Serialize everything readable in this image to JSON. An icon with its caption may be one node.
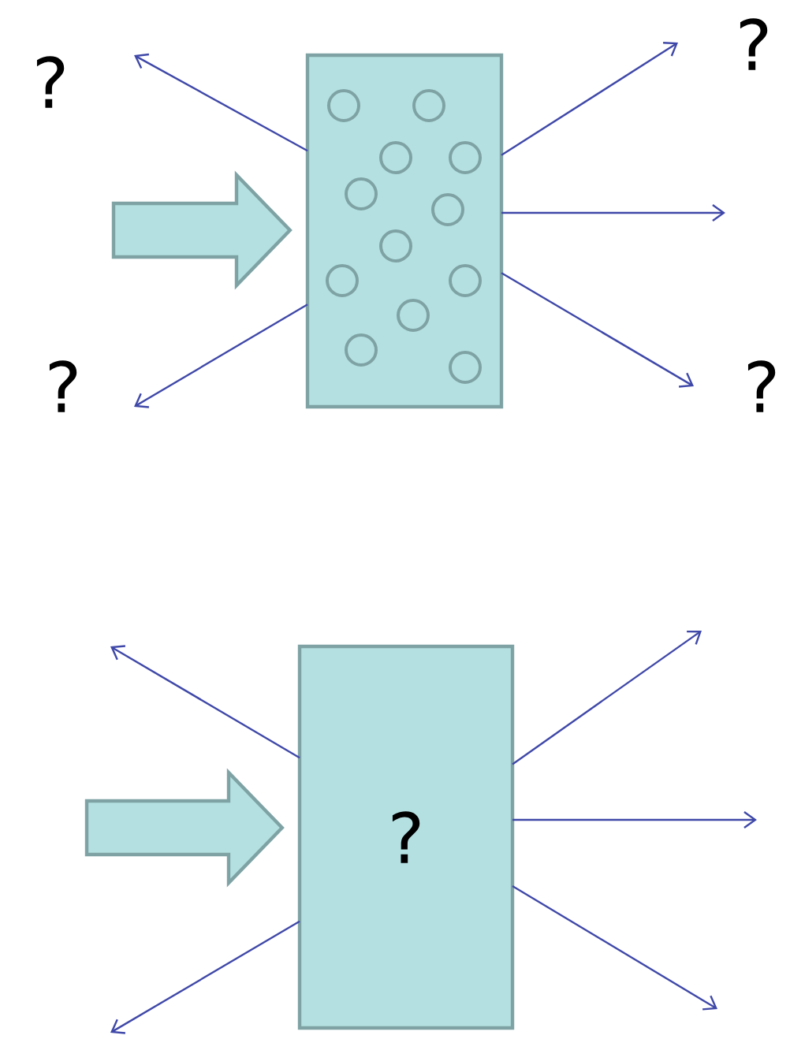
{
  "diagram": {
    "nodes": [
      {
        "text": [
          "?"
        ]
      },
      {
        "text": [
          "?"
        ]
      },
      {
        "text": [],
        "shape": "box"
      },
      {
        "text": [
          "?"
        ]
      },
      {
        "text": [
          "?"
        ]
      },
      {
        "text": [
          "?"
        ]
      }
    ],
    "edges": [
      {
        "from": null,
        "to": 2,
        "arrow": "to",
        "style": "thick",
        "color": "#b4e0e1"
      },
      {
        "from": 2,
        "to": 0,
        "arrow": "to"
      },
      {
        "from": 2,
        "to": 1,
        "arrow": "to"
      },
      {
        "from": 2,
        "to": null,
        "arrow": "to"
      },
      {
        "from": 2,
        "to": 4,
        "arrow": "to"
      },
      {
        "from": 2,
        "to": 3,
        "arrow": "to"
      },
      {
        "from": null,
        "to": 5,
        "arrow": "to",
        "style": "thick",
        "color": "#b4e0e1"
      },
      {
        "from": 5,
        "to": null,
        "arrow": "to"
      },
      {
        "from": 5,
        "to": null,
        "arrow": "to"
      },
      {
        "from": 5,
        "to": null,
        "arrow": "to"
      },
      {
        "from": 5,
        "to": null,
        "arrow": "to"
      },
      {
        "from": 5,
        "to": null,
        "arrow": "to"
      }
    ]
  }
}
